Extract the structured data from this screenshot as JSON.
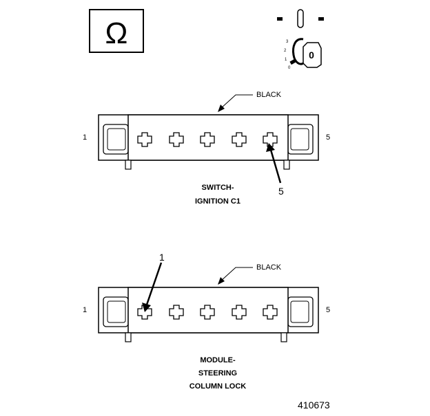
{
  "ohm_symbol": "Ω",
  "ignition_icon": {
    "positions": [
      "3",
      "2",
      "1",
      "0"
    ],
    "key_label": "0"
  },
  "connector_top": {
    "wire_color": "BLACK",
    "pin_left": "1",
    "pin_right": "5",
    "callout": "5",
    "title_lines": [
      "SWITCH-",
      "IGNITION C1"
    ]
  },
  "connector_bottom": {
    "wire_color": "BLACK",
    "pin_left": "1",
    "pin_right": "5",
    "callout": "1",
    "title_lines": [
      "MODULE-",
      "STEERING",
      "COLUMN LOCK"
    ]
  },
  "figure_number": "410673"
}
